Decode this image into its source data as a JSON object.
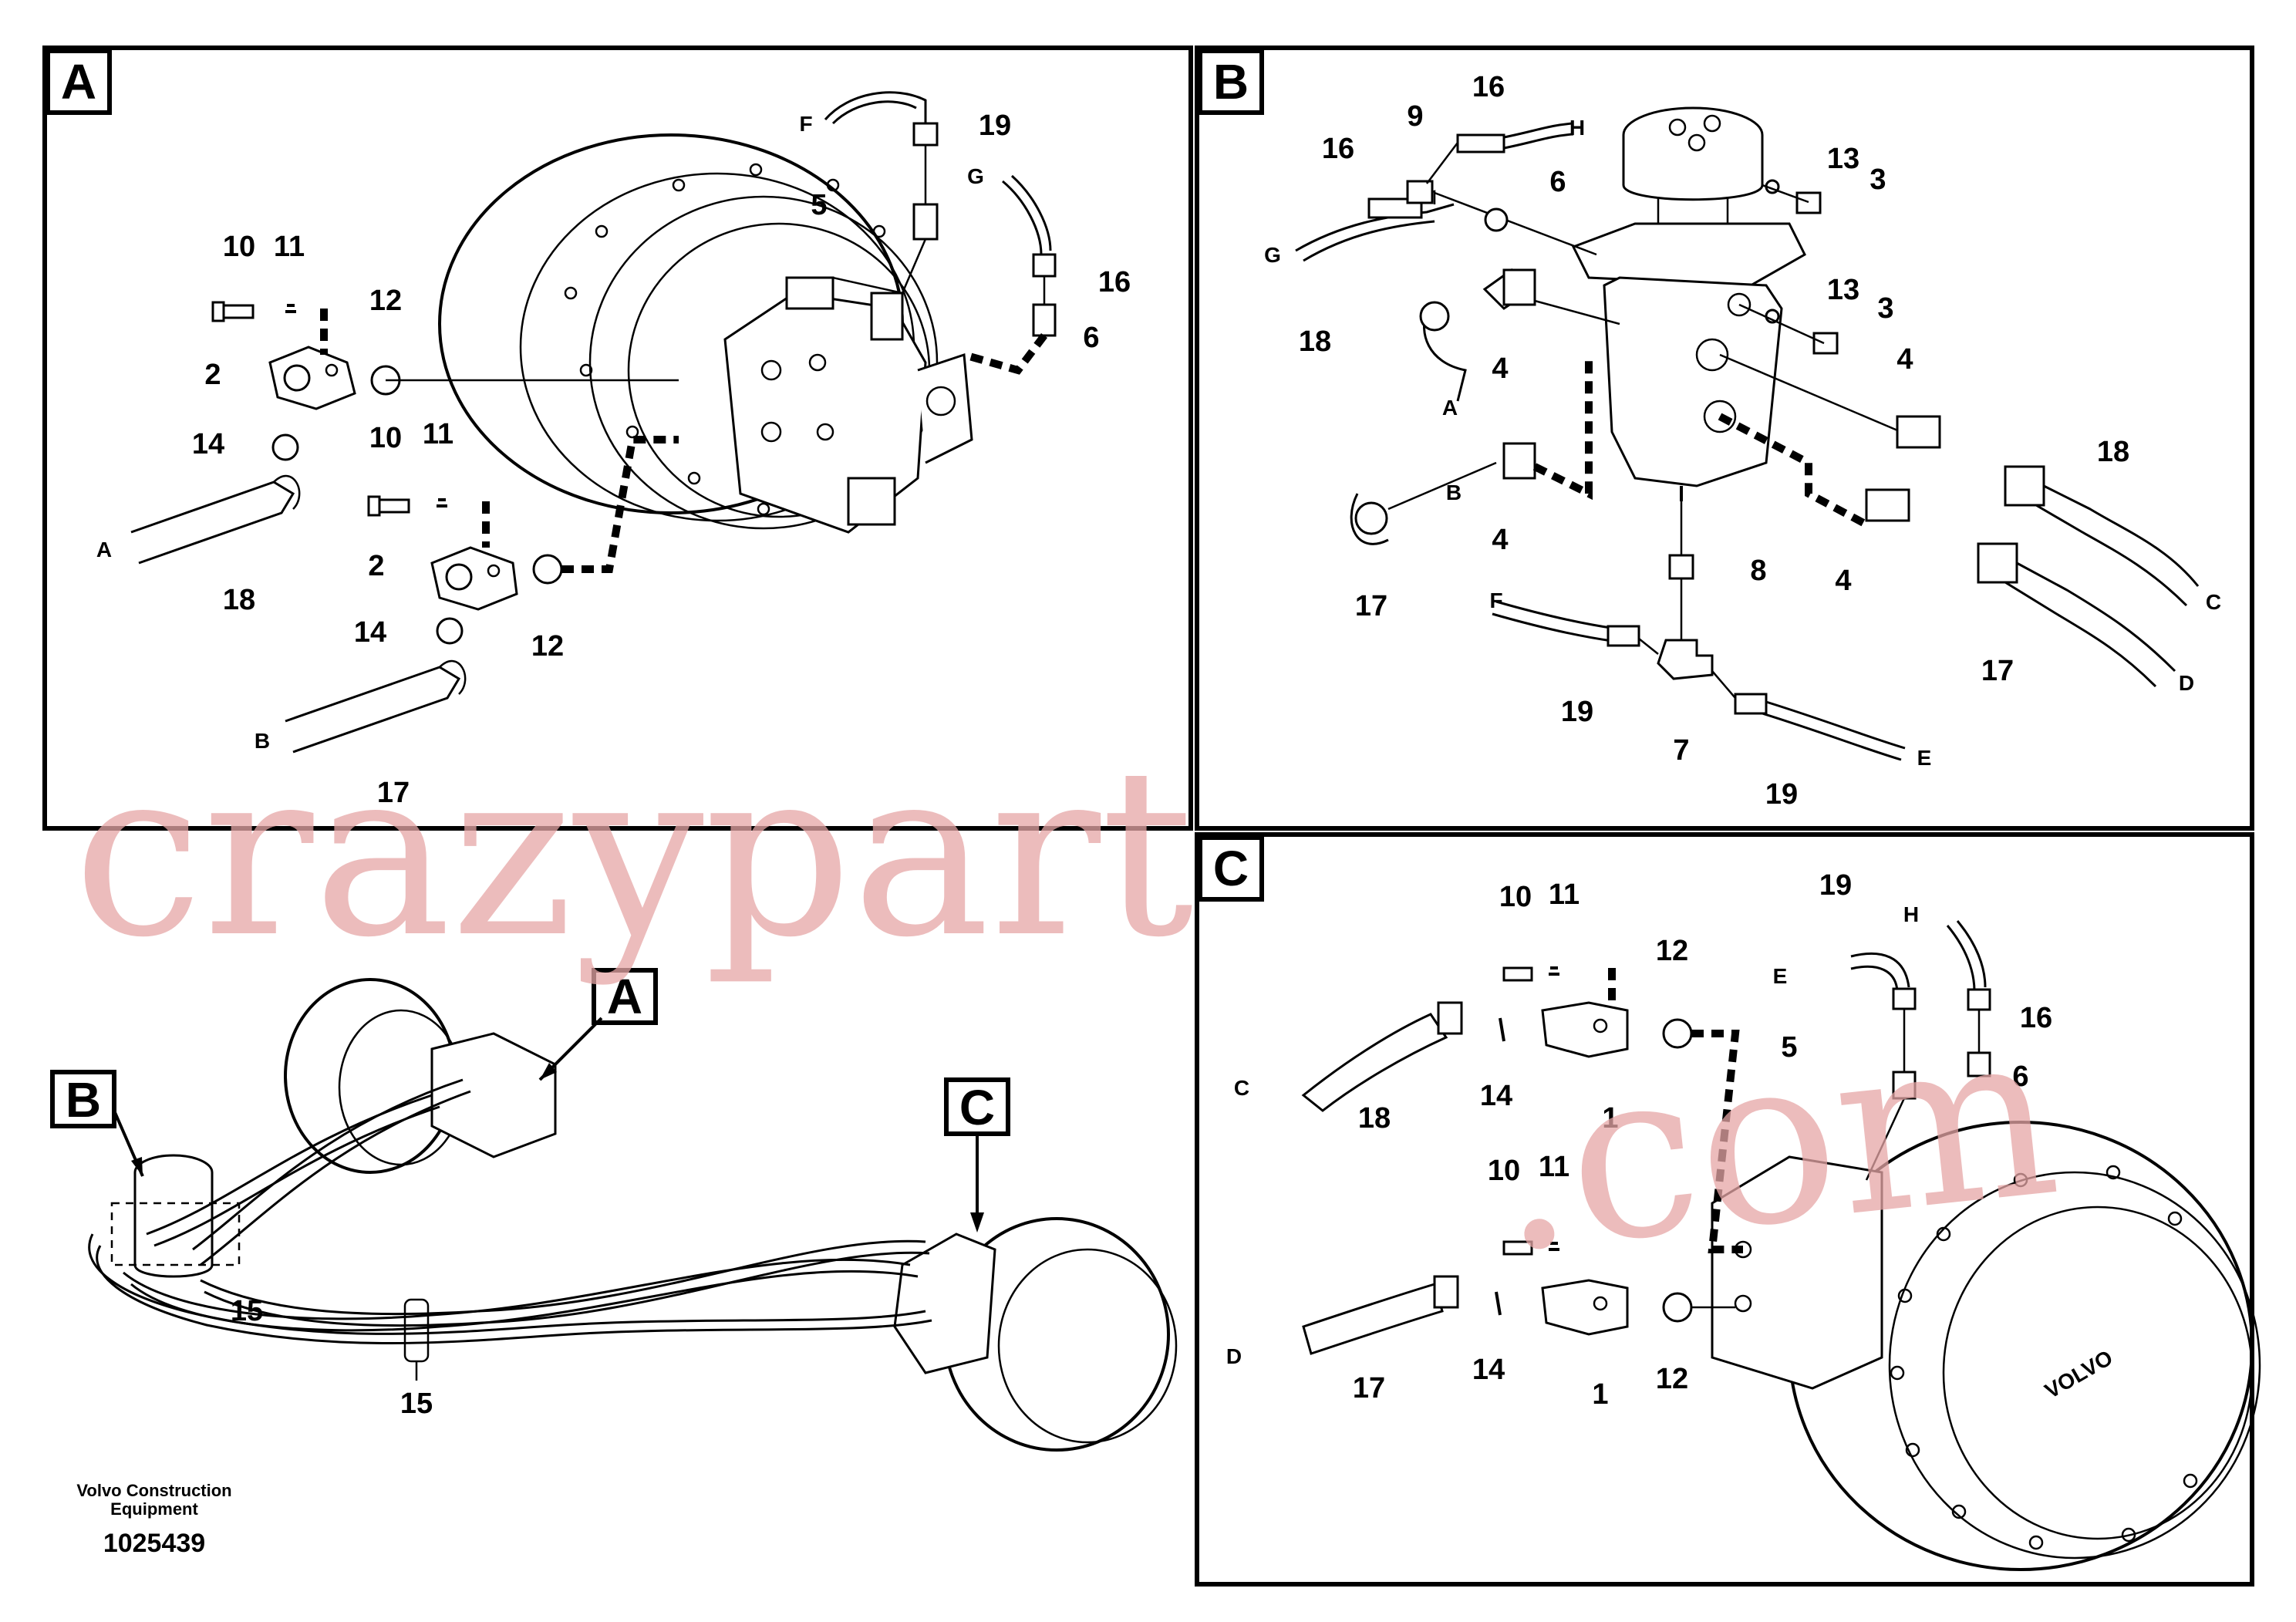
{
  "panels": {
    "a": {
      "letter": "A"
    },
    "b": {
      "letter": "B"
    },
    "c": {
      "letter": "C"
    }
  },
  "overview": {
    "callout_a": "A",
    "callout_b": "B",
    "callout_c": "C",
    "label_15_left": "15",
    "label_15_bottom": "15"
  },
  "labels_a": {
    "n10": "10",
    "n11": "11",
    "n12": "12",
    "n2": "2",
    "n14": "14",
    "n18": "18",
    "n10b": "10",
    "n11b": "11",
    "n2b": "2",
    "n14b": "14",
    "n12b": "12",
    "n17": "17",
    "n5": "5",
    "n19": "19",
    "n16": "16",
    "n6": "6",
    "lA": "A",
    "lB": "B",
    "lF": "F",
    "lG": "G"
  },
  "labels_b": {
    "n16a": "16",
    "n9": "9",
    "n16b": "16",
    "n6": "6",
    "n13a": "13",
    "n3a": "3",
    "n13b": "13",
    "n3b": "3",
    "n18a": "18",
    "n4a": "4",
    "n4b": "4",
    "n4c": "4",
    "n18b": "18",
    "n4d": "4",
    "n17a": "17",
    "n8": "8",
    "n17b": "17",
    "n19a": "19",
    "n7": "7",
    "n19b": "19",
    "lG": "G",
    "lH": "H",
    "lA": "A",
    "lB": "B",
    "lC": "C",
    "lD": "D",
    "lE": "E",
    "lF": "F"
  },
  "labels_c": {
    "n10a": "10",
    "n11a": "11",
    "n12a": "12",
    "n19": "19",
    "n16": "16",
    "n18": "18",
    "n14a": "14",
    "n1a": "1",
    "n5": "5",
    "n6": "6",
    "n10b": "10",
    "n11b": "11",
    "n17": "17",
    "n14b": "14",
    "n1b": "1",
    "n12b": "12",
    "lC": "C",
    "lD": "D",
    "lE": "E",
    "lH": "H"
  },
  "footer": {
    "company_line1": "Volvo Construction",
    "company_line2": "Equipment",
    "drawing_number": "1025439"
  },
  "watermark": {
    "left": "crazypart",
    "right": ".com"
  }
}
